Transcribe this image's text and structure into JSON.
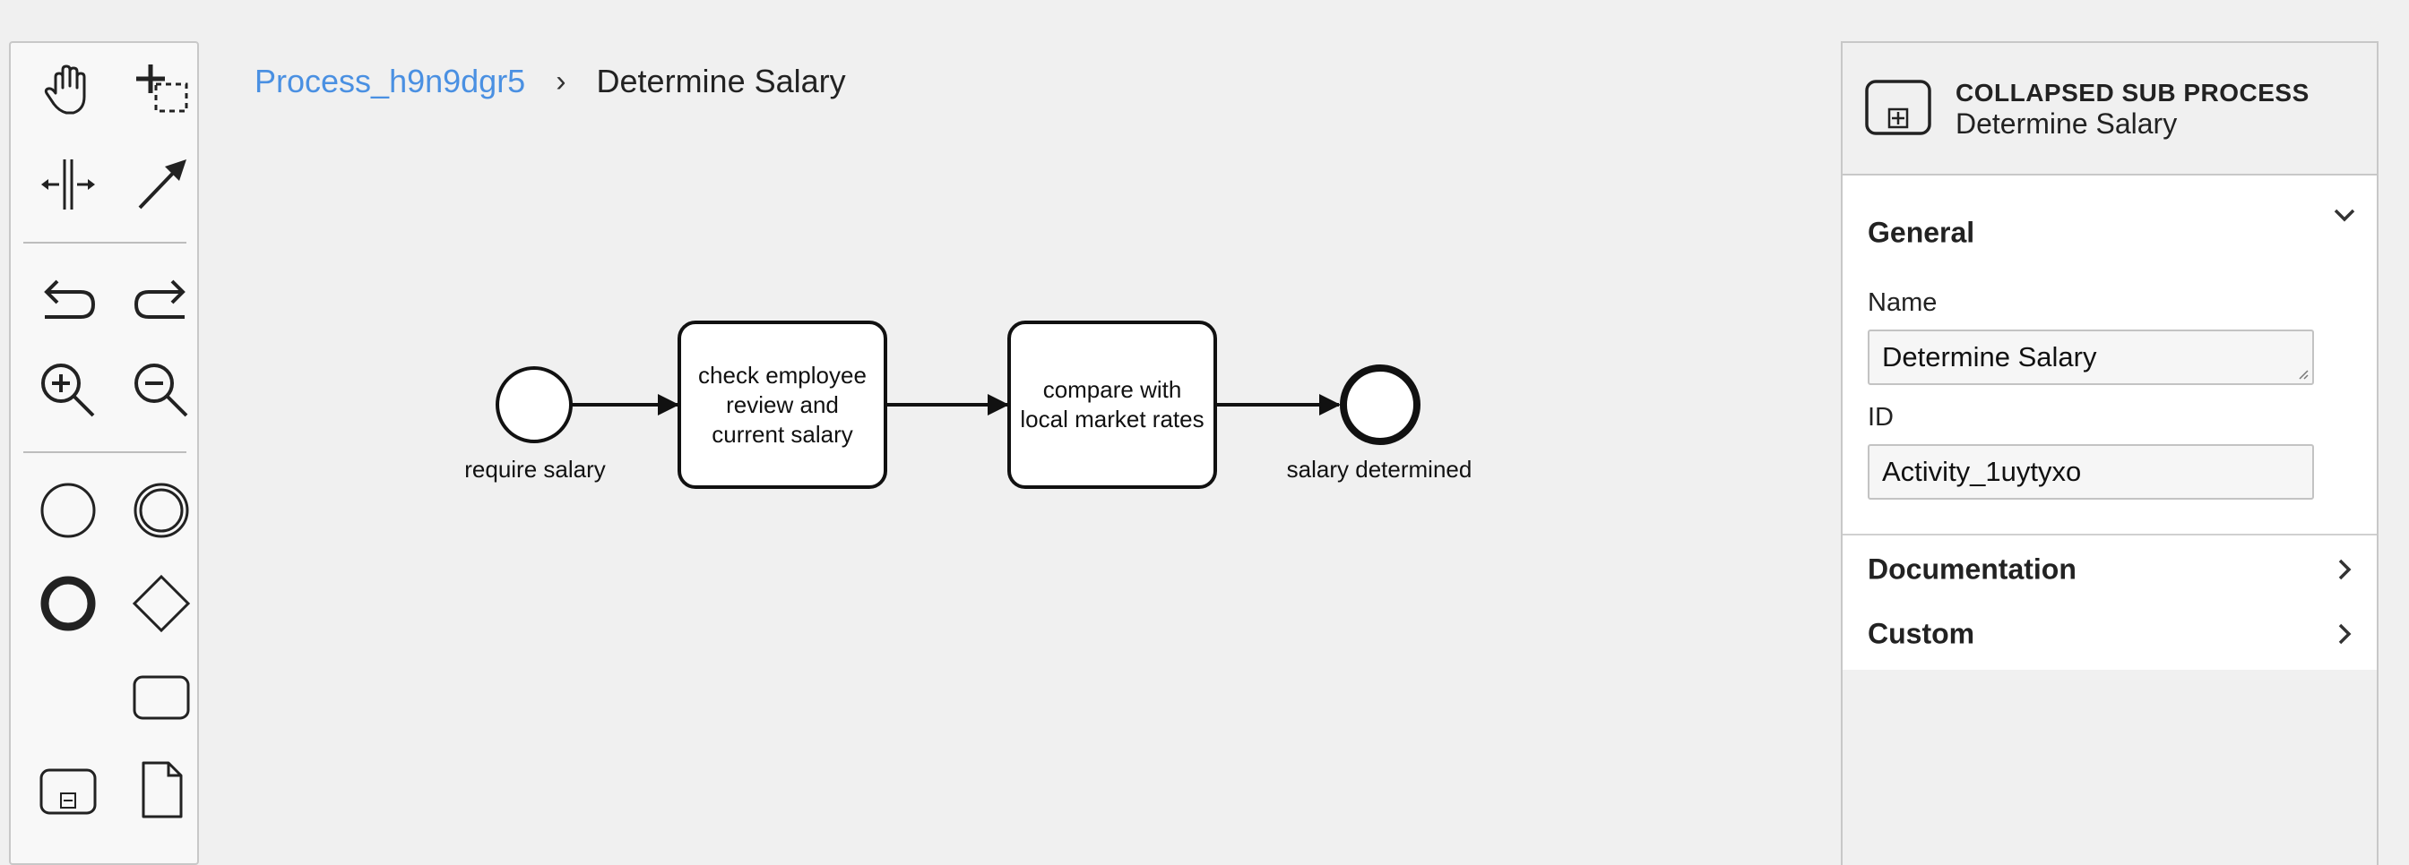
{
  "breadcrumb": {
    "process": "Process_h9n9dgr5",
    "separator": "›",
    "current": "Determine Salary"
  },
  "palette": {
    "tools": [
      "hand-tool-icon",
      "lasso-tool-icon",
      "space-tool-icon",
      "global-connect-icon",
      "undo-icon",
      "redo-icon",
      "zoom-in-icon",
      "zoom-out-icon",
      "start-event-icon",
      "intermediate-event-icon",
      "end-event-icon",
      "gateway-icon",
      "task-icon",
      "subprocess-expanded-icon",
      "data-object-icon"
    ]
  },
  "diagram": {
    "start_event": {
      "label": "require salary"
    },
    "task1": {
      "label": "check employee review and current salary"
    },
    "task2": {
      "label": "compare with local market rates"
    },
    "end_event": {
      "label": "salary determined"
    }
  },
  "panel": {
    "header": {
      "type": "COLLAPSED SUB PROCESS",
      "name": "Determine Salary",
      "icon": "collapsed-subprocess-icon"
    },
    "general": {
      "title": "General",
      "name_label": "Name",
      "name_value": "Determine Salary",
      "id_label": "ID",
      "id_value": "Activity_1uytyxo"
    },
    "documentation": {
      "title": "Documentation"
    },
    "custom": {
      "title": "Custom"
    }
  },
  "colors": {
    "link": "#4a90e2",
    "canvas_bg": "#f0f0f0",
    "stroke": "#111111"
  }
}
